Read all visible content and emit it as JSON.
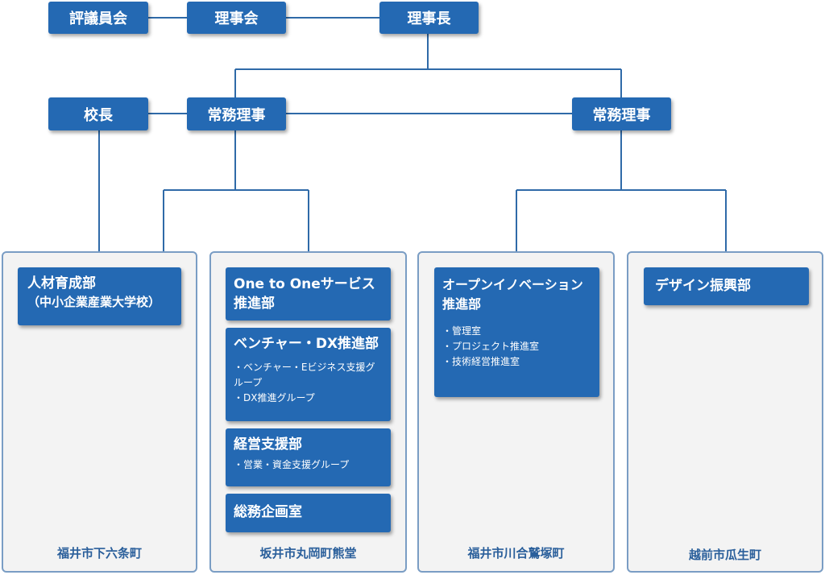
{
  "top": {
    "council": "評議員会",
    "board": "理事会",
    "chairman": "理事長"
  },
  "mid": {
    "principal": "校長",
    "director_left": "常務理事",
    "director_right": "常務理事"
  },
  "panels": [
    {
      "location": "福井市下六条町",
      "departments": [
        {
          "title": "人材育成部",
          "subtitle": "（中小企業産業大学校）",
          "items": []
        }
      ]
    },
    {
      "location": "坂井市丸岡町熊堂",
      "departments": [
        {
          "title": "One to Oneサービス推進部",
          "items": []
        },
        {
          "title": "ベンチャー・DX推進部",
          "items": [
            "ベンチャー・Eビジネス支援グループ",
            "DX推進グループ"
          ]
        },
        {
          "title": "経営支援部",
          "items": [
            "営業・資金支援グループ"
          ]
        },
        {
          "title": "総務企画室",
          "items": []
        }
      ]
    },
    {
      "location": "福井市川合鷲塚町",
      "departments": [
        {
          "title": "オープンイノベーション推進部",
          "items": [
            "管理室",
            "プロジェクト推進室",
            "技術経営推進室"
          ]
        }
      ]
    },
    {
      "location": "越前市瓜生町",
      "departments": [
        {
          "title": "デザイン振興部",
          "items": []
        }
      ]
    }
  ],
  "colors": {
    "box": "#2469b3",
    "line": "#2f6aa8",
    "panel_bg": "#f3f3f3",
    "panel_border": "#7a9dc4",
    "location_text": "#2a5f9b"
  }
}
